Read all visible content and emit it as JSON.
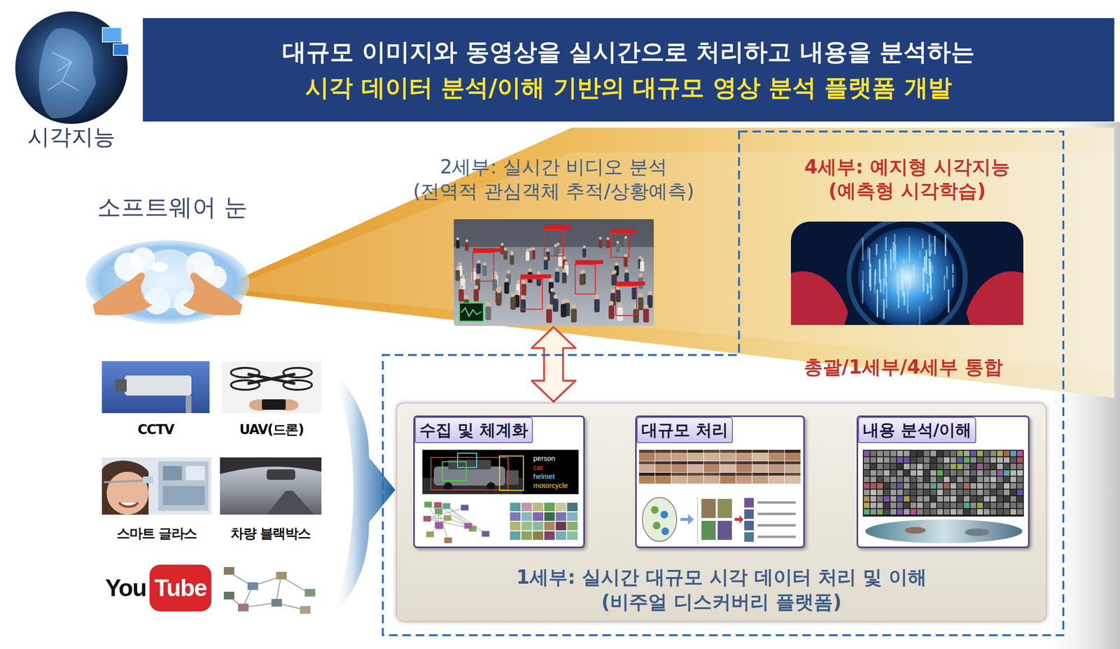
{
  "diagram": {
    "nodes": [
      {
        "text": [
          "대규모 이미지와 동영상을 실시간으로 처리하고 내용을 분석하는",
          "시각 데이터 분석/이해 기반의 대규모 영상 분석 플랫폼 개발"
        ]
      },
      {
        "text": [
          "2세부: 실시간 비디오 분석",
          "(전역적 관심객체 추적/상황예측)"
        ]
      },
      {
        "text": [
          "총괄/1세부/4세부 통합"
        ]
      },
      {
        "text": [
          "4세부: 예지형 시각지능",
          "(예측형 시각학습)"
        ],
        "in": 2
      },
      {
        "text": [
          "1세부: 실시간 대규모 시각 데이터 처리 및 이해",
          "(비주얼 디스커버리 플랫폼)"
        ],
        "in": 2
      },
      {
        "text": [
          "수집 및 체계화"
        ],
        "in": 4
      },
      {
        "text": [
          "대규모 처리"
        ],
        "in": 4
      },
      {
        "text": [
          "내용 분석/이해"
        ],
        "in": 4
      }
    ],
    "edges": [
      {
        "from": 1,
        "to": 4,
        "arrow": "both"
      },
      {
        "from": 5,
        "to": 6,
        "arrow": "to"
      },
      {
        "from": 6,
        "to": 7,
        "arrow": "to"
      }
    ],
    "labels": [
      "시각지능",
      "소프트웨어 눈",
      "CCTV",
      "UAV(드론)",
      "스마트 글라스",
      "차량 블랙박스",
      "You",
      "Tube",
      "person",
      "car",
      "helmet",
      "motorcycle"
    ]
  }
}
